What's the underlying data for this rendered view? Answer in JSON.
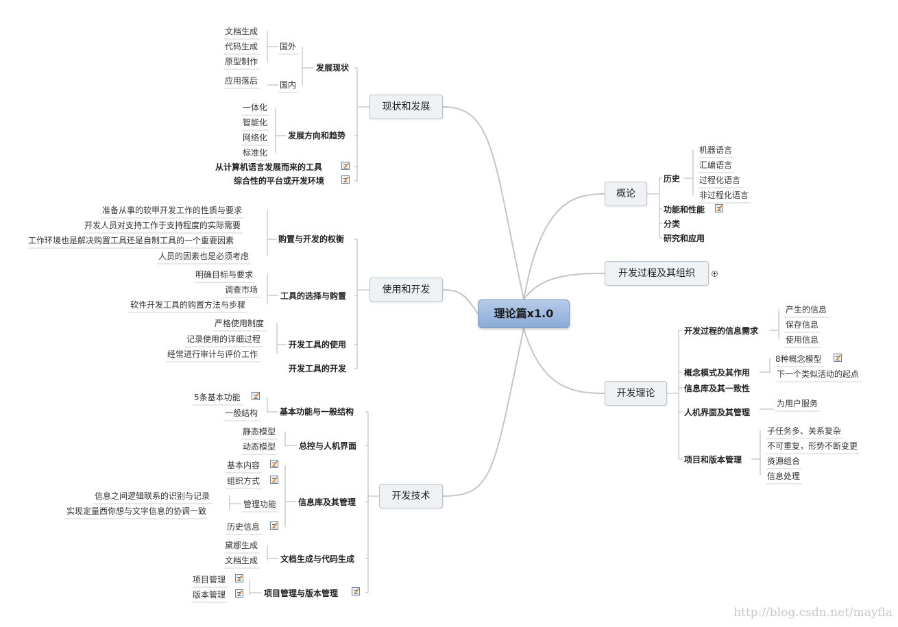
{
  "root": "理论篇x1.0",
  "branches": [
    {
      "label": "现状和发展",
      "children": [
        {
          "label": "发展现状",
          "children": [
            {
              "label": "国外",
              "children": [
                {
                  "label": "文档生成"
                },
                {
                  "label": "代码生成"
                },
                {
                  "label": "原型制作"
                }
              ]
            },
            {
              "label": "国内",
              "children": [
                {
                  "label": "应用落后"
                }
              ]
            }
          ]
        },
        {
          "label": "发展方向和趋势",
          "children": [
            {
              "label": "一体化"
            },
            {
              "label": "智能化"
            },
            {
              "label": "网络化"
            },
            {
              "label": "标准化"
            }
          ]
        },
        {
          "label": "从计算机语言发展而来的工具",
          "note": true
        },
        {
          "label": "综合性的平台或开发环境",
          "note": true
        }
      ]
    },
    {
      "label": "使用和开发",
      "children": [
        {
          "label": "购置与开发的权衡",
          "children": [
            {
              "label": "准备从事的软甲开发工作的性质与要求"
            },
            {
              "label": "开发人员对支持工作于支持程度的实际需要"
            },
            {
              "label": "工作环境也是解决购置工具还是自制工具的一个重要因素"
            },
            {
              "label": "人员的因素也是必须考虑"
            }
          ]
        },
        {
          "label": "工具的选择与购置",
          "children": [
            {
              "label": "明确目标与要求"
            },
            {
              "label": "调查市场"
            },
            {
              "label": "软件开发工具的购置方法与步骤"
            }
          ]
        },
        {
          "label": "开发工具的使用",
          "children": [
            {
              "label": "严格使用制度"
            },
            {
              "label": "记录使用的详细过程"
            },
            {
              "label": "经常进行审计与评价工作"
            }
          ]
        },
        {
          "label": "开发工具的开发"
        }
      ]
    },
    {
      "label": "开发技术",
      "children": [
        {
          "label": "基本功能与一般结构",
          "children": [
            {
              "label": "5条基本功能",
              "note": true
            },
            {
              "label": "一般结构"
            }
          ]
        },
        {
          "label": "总控与人机界面",
          "children": [
            {
              "label": "静态模型"
            },
            {
              "label": "动态模型"
            }
          ]
        },
        {
          "label": "信息库及其管理",
          "children": [
            {
              "label": "基本内容",
              "note": true
            },
            {
              "label": "组织方式",
              "note": true
            },
            {
              "label": "管理功能",
              "children": [
                {
                  "label": "信息之间逻辑联系的识别与记录"
                },
                {
                  "label": "实现定量西你想与文字信息的协调一致"
                }
              ]
            },
            {
              "label": "历史信息",
              "note": true
            }
          ]
        },
        {
          "label": "文档生成与代码生成",
          "children": [
            {
              "label": "黛娜生成"
            },
            {
              "label": "文档生成"
            }
          ]
        },
        {
          "label": "项目管理与版本管理",
          "note": true,
          "children": [
            {
              "label": "项目管理",
              "note": true
            },
            {
              "label": "版本管理",
              "note": true
            }
          ]
        }
      ]
    },
    {
      "label": "概论",
      "children": [
        {
          "label": "历史",
          "children": [
            {
              "label": "机器语言"
            },
            {
              "label": "汇编语言"
            },
            {
              "label": "过程化语言"
            },
            {
              "label": "非过程化语言"
            }
          ]
        },
        {
          "label": "功能和性能",
          "note": true
        },
        {
          "label": "分类"
        },
        {
          "label": "研究和应用"
        }
      ]
    },
    {
      "label": "开发过程及其组织",
      "collapsed": true
    },
    {
      "label": "开发理论",
      "children": [
        {
          "label": "开发过程的信息需求",
          "children": [
            {
              "label": "产生的信息"
            },
            {
              "label": "保存信息"
            },
            {
              "label": "使用信息"
            }
          ]
        },
        {
          "label": "概念模式及其作用",
          "children": [
            {
              "label": "8种概念模型",
              "note": true
            },
            {
              "label": "下一个类似活动的起点"
            }
          ]
        },
        {
          "label": "信息库及其一致性"
        },
        {
          "label": "人机界面及其管理",
          "children": [
            {
              "label": "为用户服务"
            }
          ]
        },
        {
          "label": "项目和版本管理",
          "children": [
            {
              "label": "子任务多、关系复杂"
            },
            {
              "label": "不可重复，形势不断变更"
            },
            {
              "label": "资源组合"
            },
            {
              "label": "信息处理"
            }
          ]
        }
      ]
    }
  ],
  "watermark": "http://blog.csdn.net/mayfla",
  "colors": {
    "root_fill": "#9bb6e0",
    "main_fill": "#eef2f5",
    "line": "#c4c4c4",
    "underline": "#cccccc"
  },
  "icons": {
    "note": "note-icon",
    "collapsed": "plus-icon"
  }
}
